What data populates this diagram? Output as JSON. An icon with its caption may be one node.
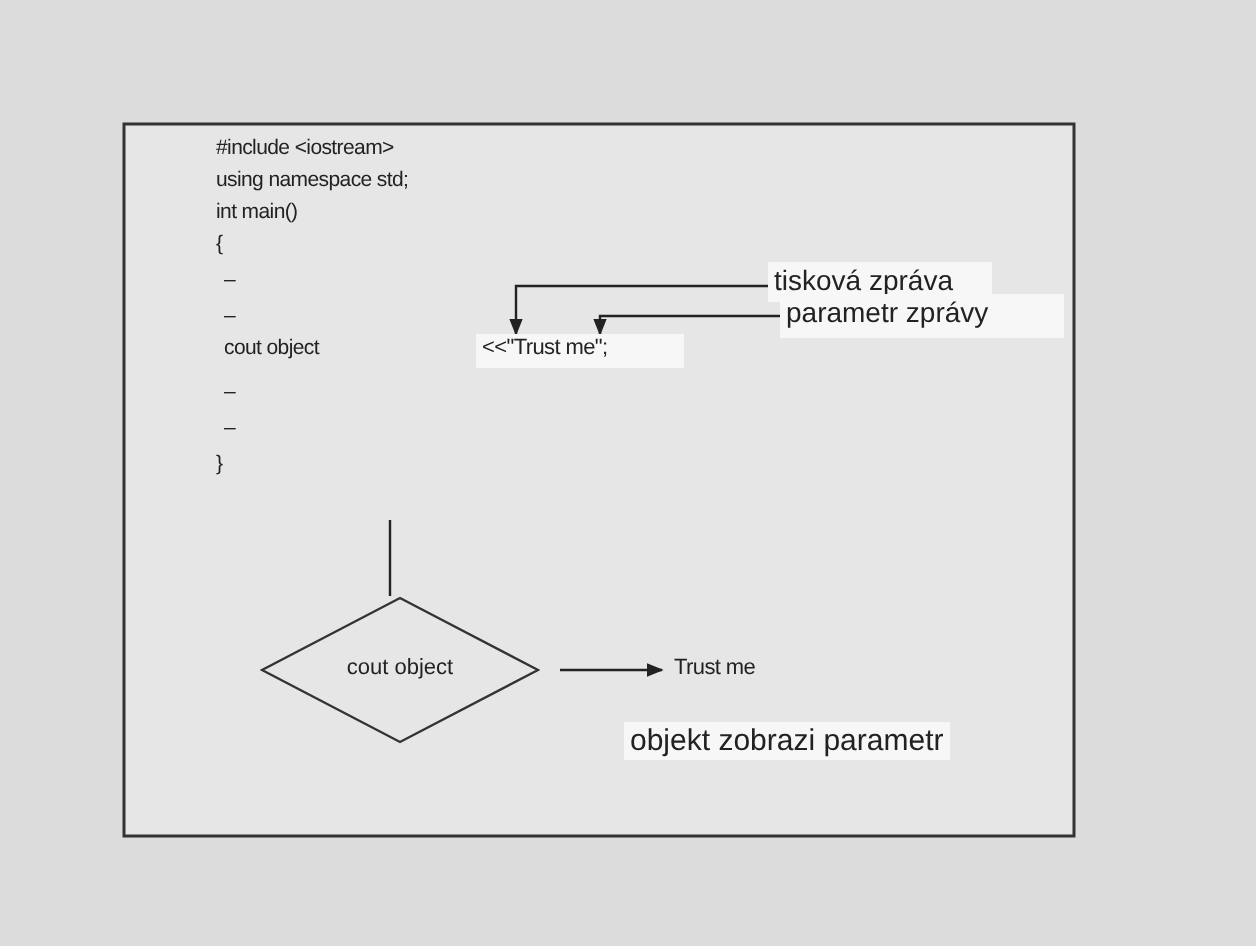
{
  "diagram": {
    "nodes": [
      {
        "text": [
          "#include <iostream>",
          "using namespace std;",
          "int main()",
          "{",
          "–",
          "–",
          "cout object",
          "–",
          "–",
          "}"
        ]
      },
      {
        "text": [
          "<<\"Trust me\";"
        ],
        "in": 0
      },
      {
        "text": [
          "tisková zpráva"
        ]
      },
      {
        "text": [
          "parametr zprávy"
        ]
      },
      {
        "text": [
          "cout object"
        ]
      },
      {
        "text": [
          "Trust me"
        ]
      }
    ],
    "edges": [
      {
        "from": 2,
        "to": 1,
        "arrow": "to"
      },
      {
        "from": 3,
        "to": 1,
        "arrow": "to"
      },
      {
        "from": 0,
        "to": 4,
        "arrow": "none"
      },
      {
        "from": 4,
        "to": 5,
        "arrow": "to"
      }
    ],
    "labels": [
      "objekt zobrazi parametr"
    ]
  }
}
